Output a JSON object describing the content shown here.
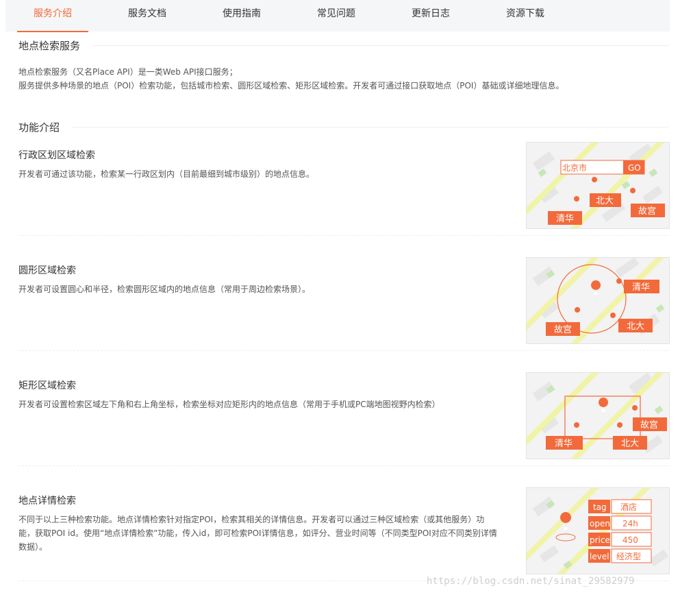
{
  "tabs": [
    {
      "label": "服务介绍",
      "active": true
    },
    {
      "label": "服务文档",
      "active": false
    },
    {
      "label": "使用指南",
      "active": false
    },
    {
      "label": "常见问题",
      "active": false
    },
    {
      "label": "更新日志",
      "active": false
    },
    {
      "label": "资源下载",
      "active": false
    }
  ],
  "section_place": {
    "title": "地点检索服务",
    "lines": [
      "地点检索服务（又名Place API）是一类Web API接口服务；",
      "服务提供多种场景的地点（POI）检索功能，包括城市检索、圆形区域检索、矩形区域检索。开发者可通过接口获取地点（POI）基础或详细地理信息。"
    ]
  },
  "section_features": {
    "title": "功能介绍",
    "items": [
      {
        "title": "行政区划区域检索",
        "desc": "开发者可通过该功能，检索某一行政区划内（目前最细到城市级别）的地点信息。",
        "map": {
          "search_text": "北京市",
          "button": "GO",
          "labels": [
            "北大",
            "清华",
            "故宫"
          ]
        }
      },
      {
        "title": "圆形区域检索",
        "desc": "开发者可设置圆心和半径，检索圆形区域内的地点信息（常用于周边检索场景）。",
        "map": {
          "labels": [
            "清华",
            "故宫",
            "北大"
          ]
        }
      },
      {
        "title": "矩形区域检索",
        "desc": "开发者可设置检索区域左下角和右上角坐标，检索坐标对应矩形内的地点信息（常用于手机或PC端地图视野内检索）",
        "map": {
          "labels": [
            "故宫",
            "清华",
            "北大"
          ]
        }
      },
      {
        "title": "地点详情检索",
        "desc": "不同于以上三种检索功能。地点详情检索针对指定POI，检索其相关的详情信息。开发者可以通过三种区域检索（或其他服务）功能，获取POI id。使用“地点详情检索”功能，传入id，即可检索POI详情信息，如评分、营业时间等（不同类型POI对应不同类别详情数据）。",
        "map": {
          "rows": [
            {
              "key": "tag",
              "value": "酒店"
            },
            {
              "key": "open",
              "value": "24h"
            },
            {
              "key": "price",
              "value": "450"
            },
            {
              "key": "level",
              "value": "经济型"
            }
          ]
        }
      }
    ]
  },
  "watermark": "https://blog.csdn.net/sinat_29582979",
  "colors": {
    "accent": "#f26a3b",
    "map_bg": "#f3f3f3",
    "map_road": "#f1f3a7",
    "map_green": "#c8e6b8"
  }
}
